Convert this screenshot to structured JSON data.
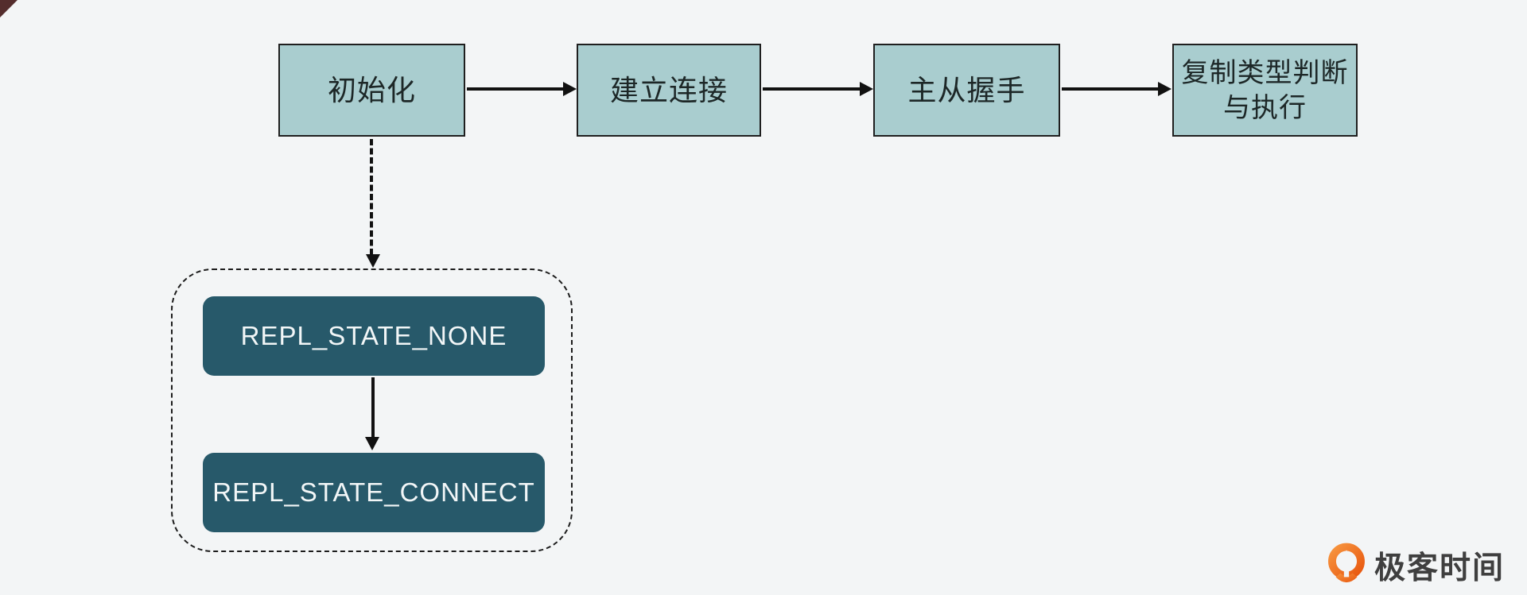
{
  "page": {
    "background_color": "#f3f5f6",
    "brand": {
      "logo_text": "极客时间",
      "logo_orange_start": "#f7953f",
      "logo_orange_end": "#e8560e",
      "logo_text_color": "#3f3f3f"
    }
  },
  "flow": {
    "nodes": [
      {
        "label": "初始化"
      },
      {
        "label": "建立连接"
      },
      {
        "label": "主从握手"
      },
      {
        "label": "复制类型判断",
        "label_line2": "与执行"
      }
    ],
    "node_fill": "#a9cdcf",
    "node_border_color": "#1f1f1f",
    "arrow_color": "#111111"
  },
  "states": {
    "items": [
      {
        "label": "REPL_STATE_NONE"
      },
      {
        "label": "REPL_STATE_CONNECT"
      }
    ],
    "box_fill": "#27596a",
    "box_text_color": "#f2f6f7",
    "container_border_color": "#1c1c1c"
  }
}
